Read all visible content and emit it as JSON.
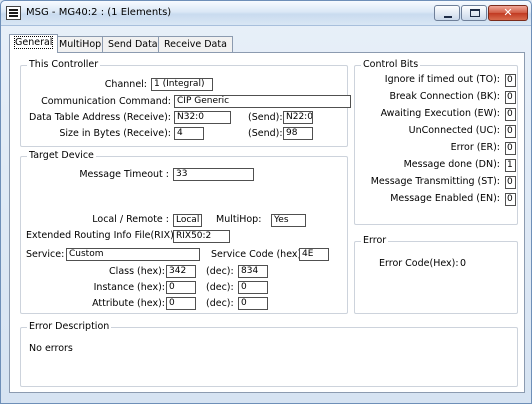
{
  "window": {
    "title": "MSG - MG40:2 : (1 Elements)",
    "close_glyph": "✕"
  },
  "tabs": [
    "General",
    "MultiHop",
    "Send Data",
    "Receive Data"
  ],
  "this_controller": {
    "legend": "This Controller",
    "channel_label": "Channel:",
    "channel_value": "1 (Integral)",
    "comm_command_label": "Communication Command:",
    "comm_command_value": "CIP Generic",
    "data_table_label": "Data Table Address (Receive):",
    "data_table_receive": "N32:0",
    "send_label": "(Send):",
    "data_table_send": "N22:0",
    "size_label": "Size in Bytes (Receive):",
    "size_receive": "4",
    "size_send": "98"
  },
  "target_device": {
    "legend": "Target Device",
    "message_timeout_label": "Message Timeout :",
    "message_timeout_value": "33",
    "local_remote_label": "Local / Remote :",
    "local_remote_value": "Local",
    "multihop_label": "MultiHop:",
    "multihop_value": "Yes",
    "routing_label": "Extended Routing Info File(RIX):",
    "routing_value": "RIX50:2",
    "service_label": "Service:",
    "service_value": "Custom",
    "service_code_label": "Service Code (hex):",
    "service_code_value": "4E",
    "class_label": "Class (hex):",
    "class_hex": "342",
    "dec_label": "(dec):",
    "class_dec": "834",
    "instance_label": "Instance (hex):",
    "instance_hex": "0",
    "instance_dec": "0",
    "attribute_label": "Attribute (hex):",
    "attribute_hex": "0",
    "attribute_dec": "0"
  },
  "control_bits": {
    "legend": "Control Bits",
    "items": [
      {
        "label": "Ignore if timed out (TO):",
        "value": "0"
      },
      {
        "label": "Break Connection (BK):",
        "value": "0"
      },
      {
        "label": "Awaiting Execution (EW):",
        "value": "0"
      },
      {
        "label": "UnConnected (UC):",
        "value": "0"
      },
      {
        "label": "Error (ER):",
        "value": "0"
      },
      {
        "label": "Message done (DN):",
        "value": "1"
      },
      {
        "label": "Message Transmitting (ST):",
        "value": "0"
      },
      {
        "label": "Message Enabled (EN):",
        "value": "0"
      }
    ]
  },
  "error": {
    "legend": "Error",
    "error_code_label": "Error Code(Hex):",
    "error_code_value": "0"
  },
  "error_description": {
    "legend": "Error Description",
    "text": "No errors"
  }
}
